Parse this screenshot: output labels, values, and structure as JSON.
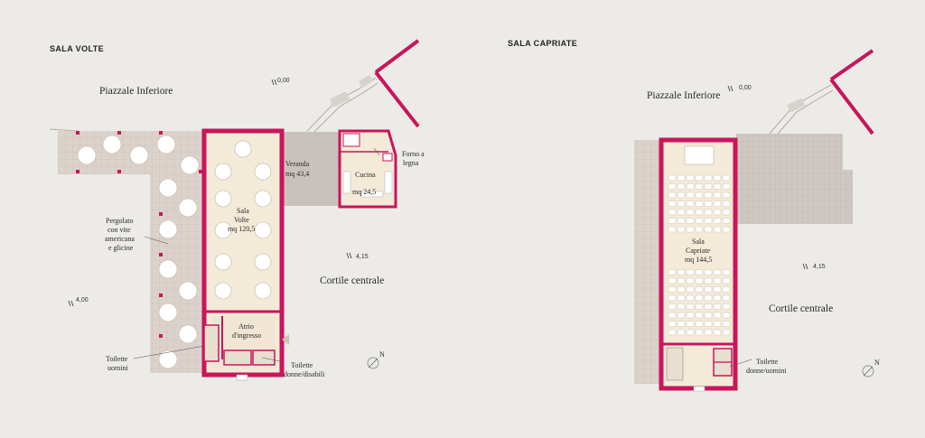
{
  "colors": {
    "background": "#ecebe8",
    "wall": "#c8155c",
    "room_fill": "#f3ead8",
    "veranda_fill": "#c9c2bc",
    "pergola_fill": "#dcd2cc",
    "grid_line": "#c7bab3",
    "furniture": "#ffffff",
    "furniture_stroke": "#cfc3b3"
  },
  "plans": [
    {
      "title": "SALA VOLTE",
      "labels": {
        "piazzale": "Piazzale Inferiore",
        "elev_top": "0,00",
        "veranda_1": "Veranda",
        "veranda_2": "mq 43,4",
        "forno_1": "Forno a",
        "forno_2": "legna",
        "cucina_1": "Cucina",
        "cucina_2": "mq 24,5",
        "sala_1": "Sala",
        "sala_2": "Volte",
        "sala_3": "mq 120,5",
        "pergolato_1": "Pergolato",
        "pergolato_2": "con vite",
        "pergolato_3": "americana",
        "pergolato_4": "e glicine",
        "elev_right": "4,15",
        "cortile": "Cortile centrale",
        "elev_left": "4,00",
        "atrio_1": "Atrio",
        "atrio_2": "d'ingresso",
        "toilette_uomini_1": "Toilette",
        "toilette_uomini_2": "uomini",
        "toilette_donne_1": "Toilette",
        "toilette_donne_2": "donne/disabili",
        "north": "N"
      }
    },
    {
      "title": "SALA CAPRIATE",
      "labels": {
        "piazzale": "Piazzale Inferiore",
        "elev_top": "0,00",
        "sala_1": "Sala",
        "sala_2": "Capriate",
        "sala_3": "mq 144,5",
        "elev_right": "4,15",
        "cortile": "Cortile centrale",
        "toilette_1": "Toilette",
        "toilette_2": "donne/uomini",
        "north": "N"
      }
    }
  ]
}
